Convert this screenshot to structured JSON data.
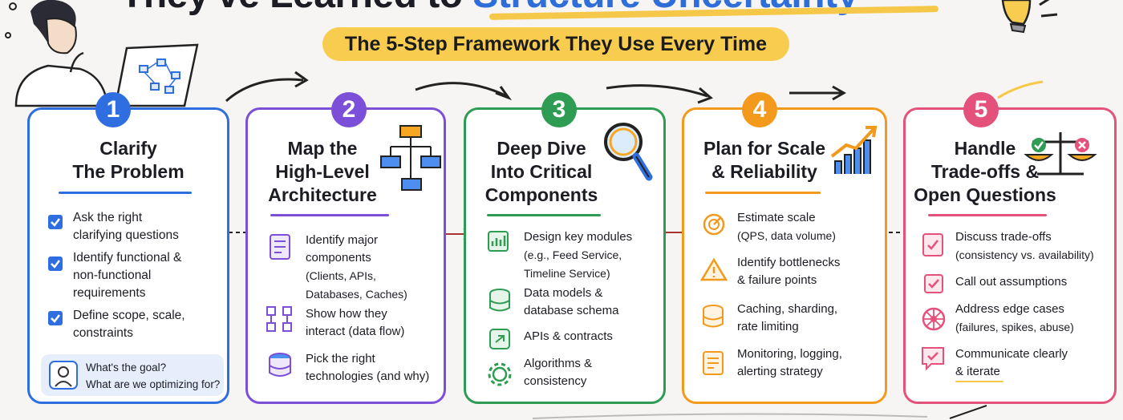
{
  "title_prefix": "They've Learned to",
  "title_highlight": "Structure Uncertainty",
  "subtitle": "The 5-Step Framework They Use Every Time",
  "colors": {
    "step1": "#2f6ee0",
    "step2": "#7c4fd8",
    "step3": "#2e9c52",
    "step4": "#f39a1c",
    "step5": "#e4517a",
    "banner": "#f8cd4f"
  },
  "steps": [
    {
      "number": "1",
      "title_line1": "Clarify",
      "title_line2": "The Problem",
      "items": [
        "Ask the right",
        "clarifying questions",
        "Identify functional &",
        "non-functional",
        "requirements",
        "Define scope, scale,",
        "constraints"
      ],
      "note_line1": "What's the goal?",
      "note_line2": "What are we optimizing for?"
    },
    {
      "number": "2",
      "title_line1": "Map the",
      "title_line2": "High-Level",
      "title_line3": "Architecture",
      "items": [
        "Identify major",
        "components",
        "(Clients, APIs,",
        "Databases, Caches)",
        "Show how they",
        "interact (data flow)",
        "Pick the right",
        "technologies (and why)"
      ]
    },
    {
      "number": "3",
      "title_line1": "Deep Dive",
      "title_line2": "Into Critical",
      "title_line3": "Components",
      "items": [
        "Design key modules",
        "(e.g., Feed Service,",
        "Timeline Service)",
        "Data models &",
        "database schema",
        "APIs & contracts",
        "Algorithms &",
        "consistency"
      ]
    },
    {
      "number": "4",
      "title_line1": "Plan for Scale",
      "title_line2": "& Reliability",
      "items": [
        "Estimate scale",
        "(QPS, data volume)",
        "Identify bottlenecks",
        "& failure points",
        "Caching, sharding,",
        "rate limiting",
        "Monitoring, logging,",
        "alerting strategy"
      ]
    },
    {
      "number": "5",
      "title_line1": "Handle",
      "title_line2": "Trade-offs &",
      "title_line3": "Open Questions",
      "items": [
        "Discuss trade-offs",
        "(consistency vs. availability)",
        "Call out assumptions",
        "Address edge cases",
        "(failures, spikes, abuse)",
        "Communicate clearly",
        "& iterate"
      ]
    }
  ]
}
